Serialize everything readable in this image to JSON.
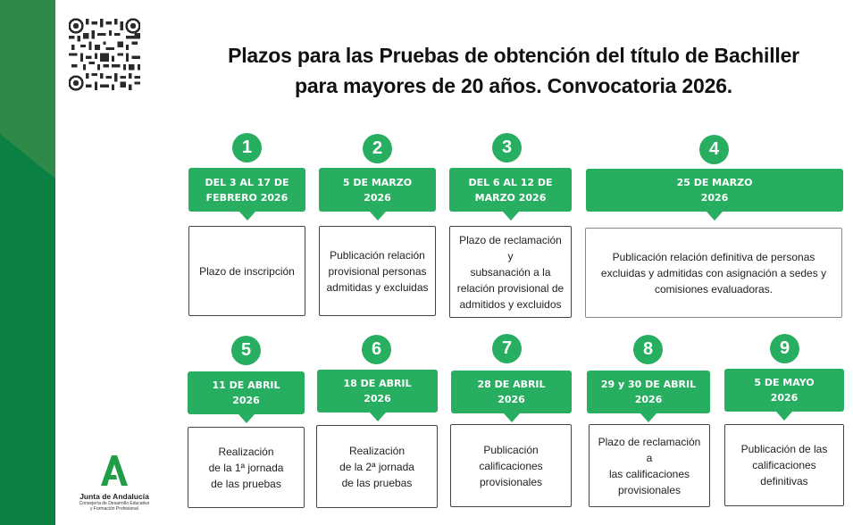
{
  "title": {
    "line1": "Plazos para las Pruebas de obtención del título de Bachiller",
    "line2": "para mayores de 20 años. Convocatoria 2026."
  },
  "qr_code": {
    "icon": "qr-code"
  },
  "logo": {
    "icon": "junta-andalucia-a-logo",
    "name": "Junta de Andalucía",
    "sub_line1": "Consejería de Desarrollo Educativo",
    "sub_line2": "y Formación Profesional"
  },
  "colors": {
    "accent_green": "#27ae60",
    "band_dark_green": "#0b8043",
    "band_light_green": "#2e8b47"
  },
  "steps": [
    {
      "number": "1",
      "date_line1": "DEL 3 AL 17 DE",
      "date_line2": "FEBRERO 2026",
      "description": [
        "Plazo de inscripción"
      ]
    },
    {
      "number": "2",
      "date_line1": "5 DE MARZO",
      "date_line2": "2026",
      "description": [
        "Publicación relación",
        "provisional personas",
        "admitidas y excluidas"
      ]
    },
    {
      "number": "3",
      "date_line1": "DEL 6 AL 12 DE",
      "date_line2": "MARZO 2026",
      "description": [
        "Plazo de reclamación y",
        "subsanación a la",
        "relación provisional de",
        "admitidos y excluidos"
      ]
    },
    {
      "number": "4",
      "date_line1": "25 DE MARZO",
      "date_line2": "2026",
      "description": [
        "Publicación relación definitiva de personas",
        "excluidas y admitidas con asignación a sedes y",
        "comisiones evaluadoras."
      ]
    },
    {
      "number": "5",
      "date_line1": "11 DE ABRIL",
      "date_line2": "2026",
      "description": [
        "Realización",
        "de la 1ª jornada",
        "de las pruebas"
      ]
    },
    {
      "number": "6",
      "date_line1": "18 DE ABRIL",
      "date_line2": "2026",
      "description": [
        "Realización",
        "de la 2ª jornada",
        "de las pruebas"
      ]
    },
    {
      "number": "7",
      "date_line1": "28 DE ABRIL",
      "date_line2": "2026",
      "description": [
        "Publicación",
        "calificaciones",
        "provisionales"
      ]
    },
    {
      "number": "8",
      "date_line1": "29 y 30 DE ABRIL",
      "date_line2": "2026",
      "description": [
        "Plazo de reclamación a",
        "las calificaciones",
        "provisionales"
      ]
    },
    {
      "number": "9",
      "date_line1": "5 DE MAYO",
      "date_line2": "2026",
      "description": [
        "Publicación de las",
        "calificaciones",
        "definitivas"
      ]
    }
  ]
}
